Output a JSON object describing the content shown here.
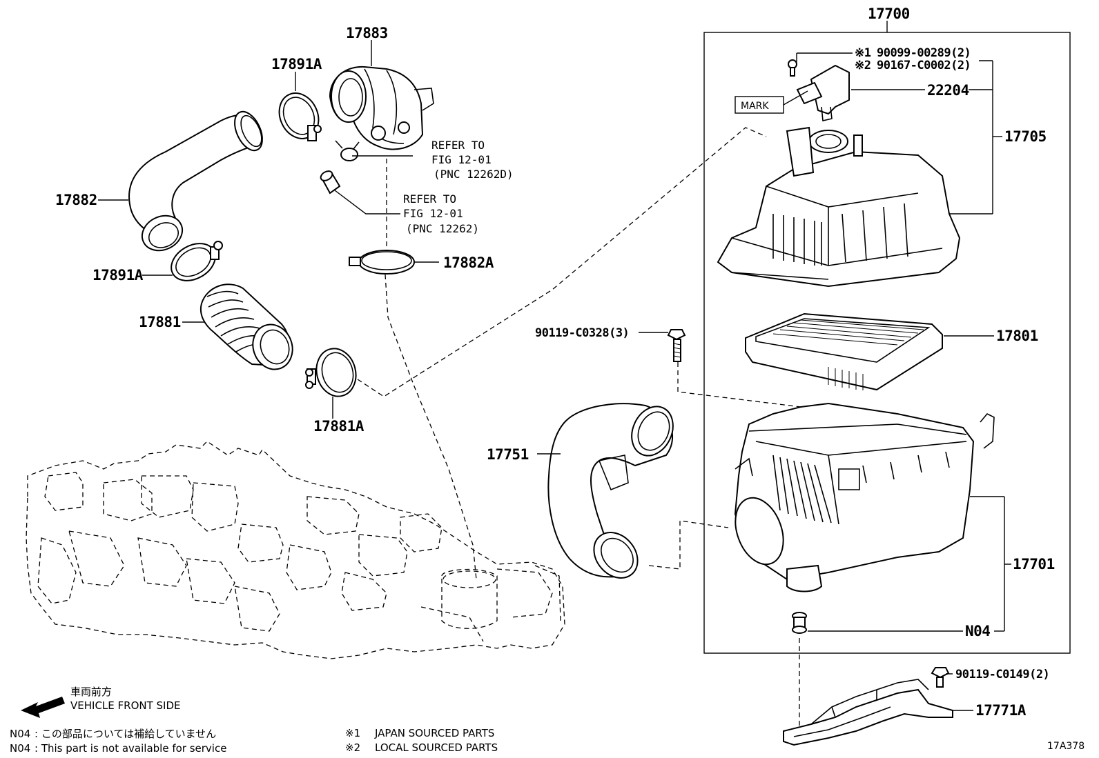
{
  "labels": {
    "p17700": "17700",
    "p17883": "17883",
    "p17891A_top": "17891A",
    "p17882": "17882",
    "p17891A_mid": "17891A",
    "p17881": "17881",
    "p17881A": "17881A",
    "p17882A": "17882A",
    "p22204": "22204",
    "p17705": "17705",
    "p17801": "17801",
    "p17751": "17751",
    "p17701": "17701",
    "pN04": "N04",
    "p17771A": "17771A",
    "bolt_0328": "90119-C0328(3)",
    "bolt_0149": "90119-C0149(2)",
    "screw_1_mark": "※1",
    "screw_1": "90099-00289(2)",
    "screw_2_mark": "※2",
    "screw_2": "90167-C0002(2)",
    "mark_box": "MARK",
    "figure_id": "17A378"
  },
  "refs": [
    {
      "line1": "REFER TO",
      "line2": "FIG 12-01",
      "line3": "(PNC 12262D)"
    },
    {
      "line1": "REFER TO",
      "line2": "FIG 12-01",
      "line3": "(PNC 12262)"
    }
  ],
  "legend": {
    "front_jp": "車両前方",
    "front_en": "VEHICLE FRONT SIDE",
    "n04_jp_code": "N04",
    "n04_jp": ": この部品については補給していません",
    "n04_en_code": "N04",
    "n04_en": ": This part is not available for service",
    "src1_mark": "※1",
    "src1": "JAPAN SOURCED PARTS",
    "src2_mark": "※2",
    "src2": "LOCAL SOURCED PARTS"
  },
  "icons": {
    "front_arrow": "arrow-left-icon"
  }
}
